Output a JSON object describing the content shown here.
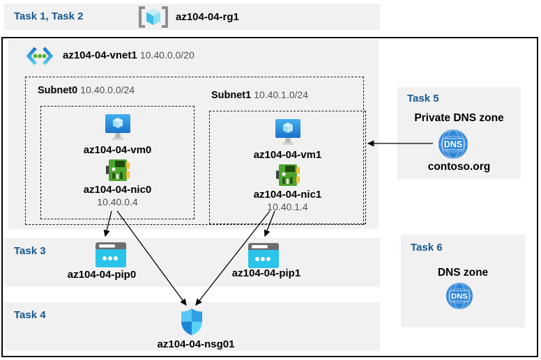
{
  "colors": {
    "band_gray": "#f1f1f1",
    "task_blue": "#14578f",
    "text_gray": "#4f5153",
    "vm_blue": "#1a72cc",
    "nic_green": "#4fa42d",
    "pip_cyan": "#2ac4ea",
    "dns_blue": "#2f86d6",
    "nsg_blue": "#2d9fe3"
  },
  "header": {
    "task_label": "Task 1, Task 2",
    "rg_name": "az104-04-rg1"
  },
  "vnet": {
    "name": "az104-04-vnet1",
    "cidr": "10.40.0.0/20",
    "subnets": [
      {
        "name": "Subnet0",
        "cidr": "10.40.0.0/24",
        "vm": "az104-04-vm0",
        "nic": "az104-04-nic0",
        "ip": "10.40.0.4"
      },
      {
        "name": "Subnet1",
        "cidr": "10.40.1.0/24",
        "vm": "az104-04-vm1",
        "nic": "az104-04-nic1",
        "ip": "10.40.1.4"
      }
    ]
  },
  "task3": {
    "label": "Task 3",
    "pips": [
      "az104-04-pip0",
      "az104-04-pip1"
    ]
  },
  "task4": {
    "label": "Task 4",
    "nsg": "az104-04-nsg01"
  },
  "task5": {
    "label": "Task 5",
    "title": "Private DNS zone",
    "zone": "contoso.org",
    "icon_text": "DNS"
  },
  "task6": {
    "label": "Task 6",
    "title": "DNS zone",
    "icon_text": "DNS"
  }
}
